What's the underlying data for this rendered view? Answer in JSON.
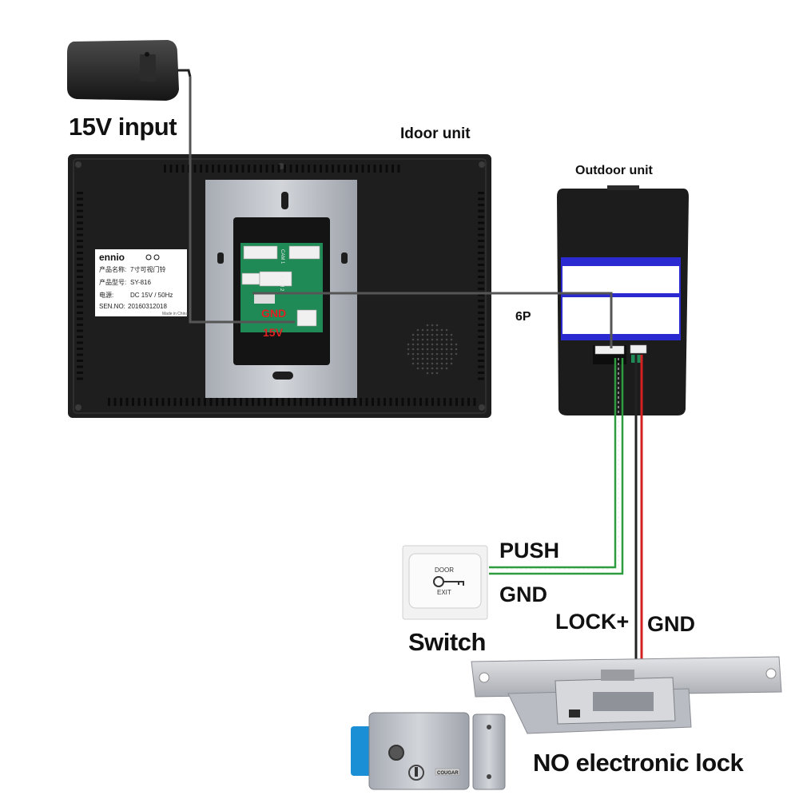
{
  "labels": {
    "power_input": "15V input",
    "indoor_unit": "Idoor unit",
    "outdoor_unit": "Outdoor unit",
    "cable_6p": "6P",
    "push": "PUSH",
    "gnd_switch": "GND",
    "lock_plus": "LOCK+",
    "gnd_lock": "GND",
    "switch": "Switch",
    "no_lock": "NO electronic lock",
    "gnd_terminal": "GND",
    "v15_terminal": "15V"
  },
  "nameplate": {
    "brand": "ennio",
    "product_name_label": "产品名称:",
    "product_name_value": "7寸可视门铃",
    "model_label": "产品型号:",
    "model_value": "SY-816",
    "power_label": "电源:",
    "power_value": "DC  15V / 50Hz",
    "serial_label": "SEN.NO:",
    "serial_value": "20160312018",
    "origin": "Made in China"
  },
  "board": {
    "cam1": "CAM 1",
    "cam2": "CAM 2"
  },
  "exit_button": {
    "top_text": "DOOR",
    "bottom_text": "EXIT"
  },
  "deadbolt": {
    "brand": "COUGAR"
  },
  "colors": {
    "wire_gray": "#555555",
    "wire_green": "#2e9d3e",
    "wire_red": "#d42020",
    "terminal_text_red": "#e02020",
    "unit_body": "#1f1f1f",
    "bracket": "#b8bcc4",
    "outdoor_blue": "#2a2ad0"
  }
}
